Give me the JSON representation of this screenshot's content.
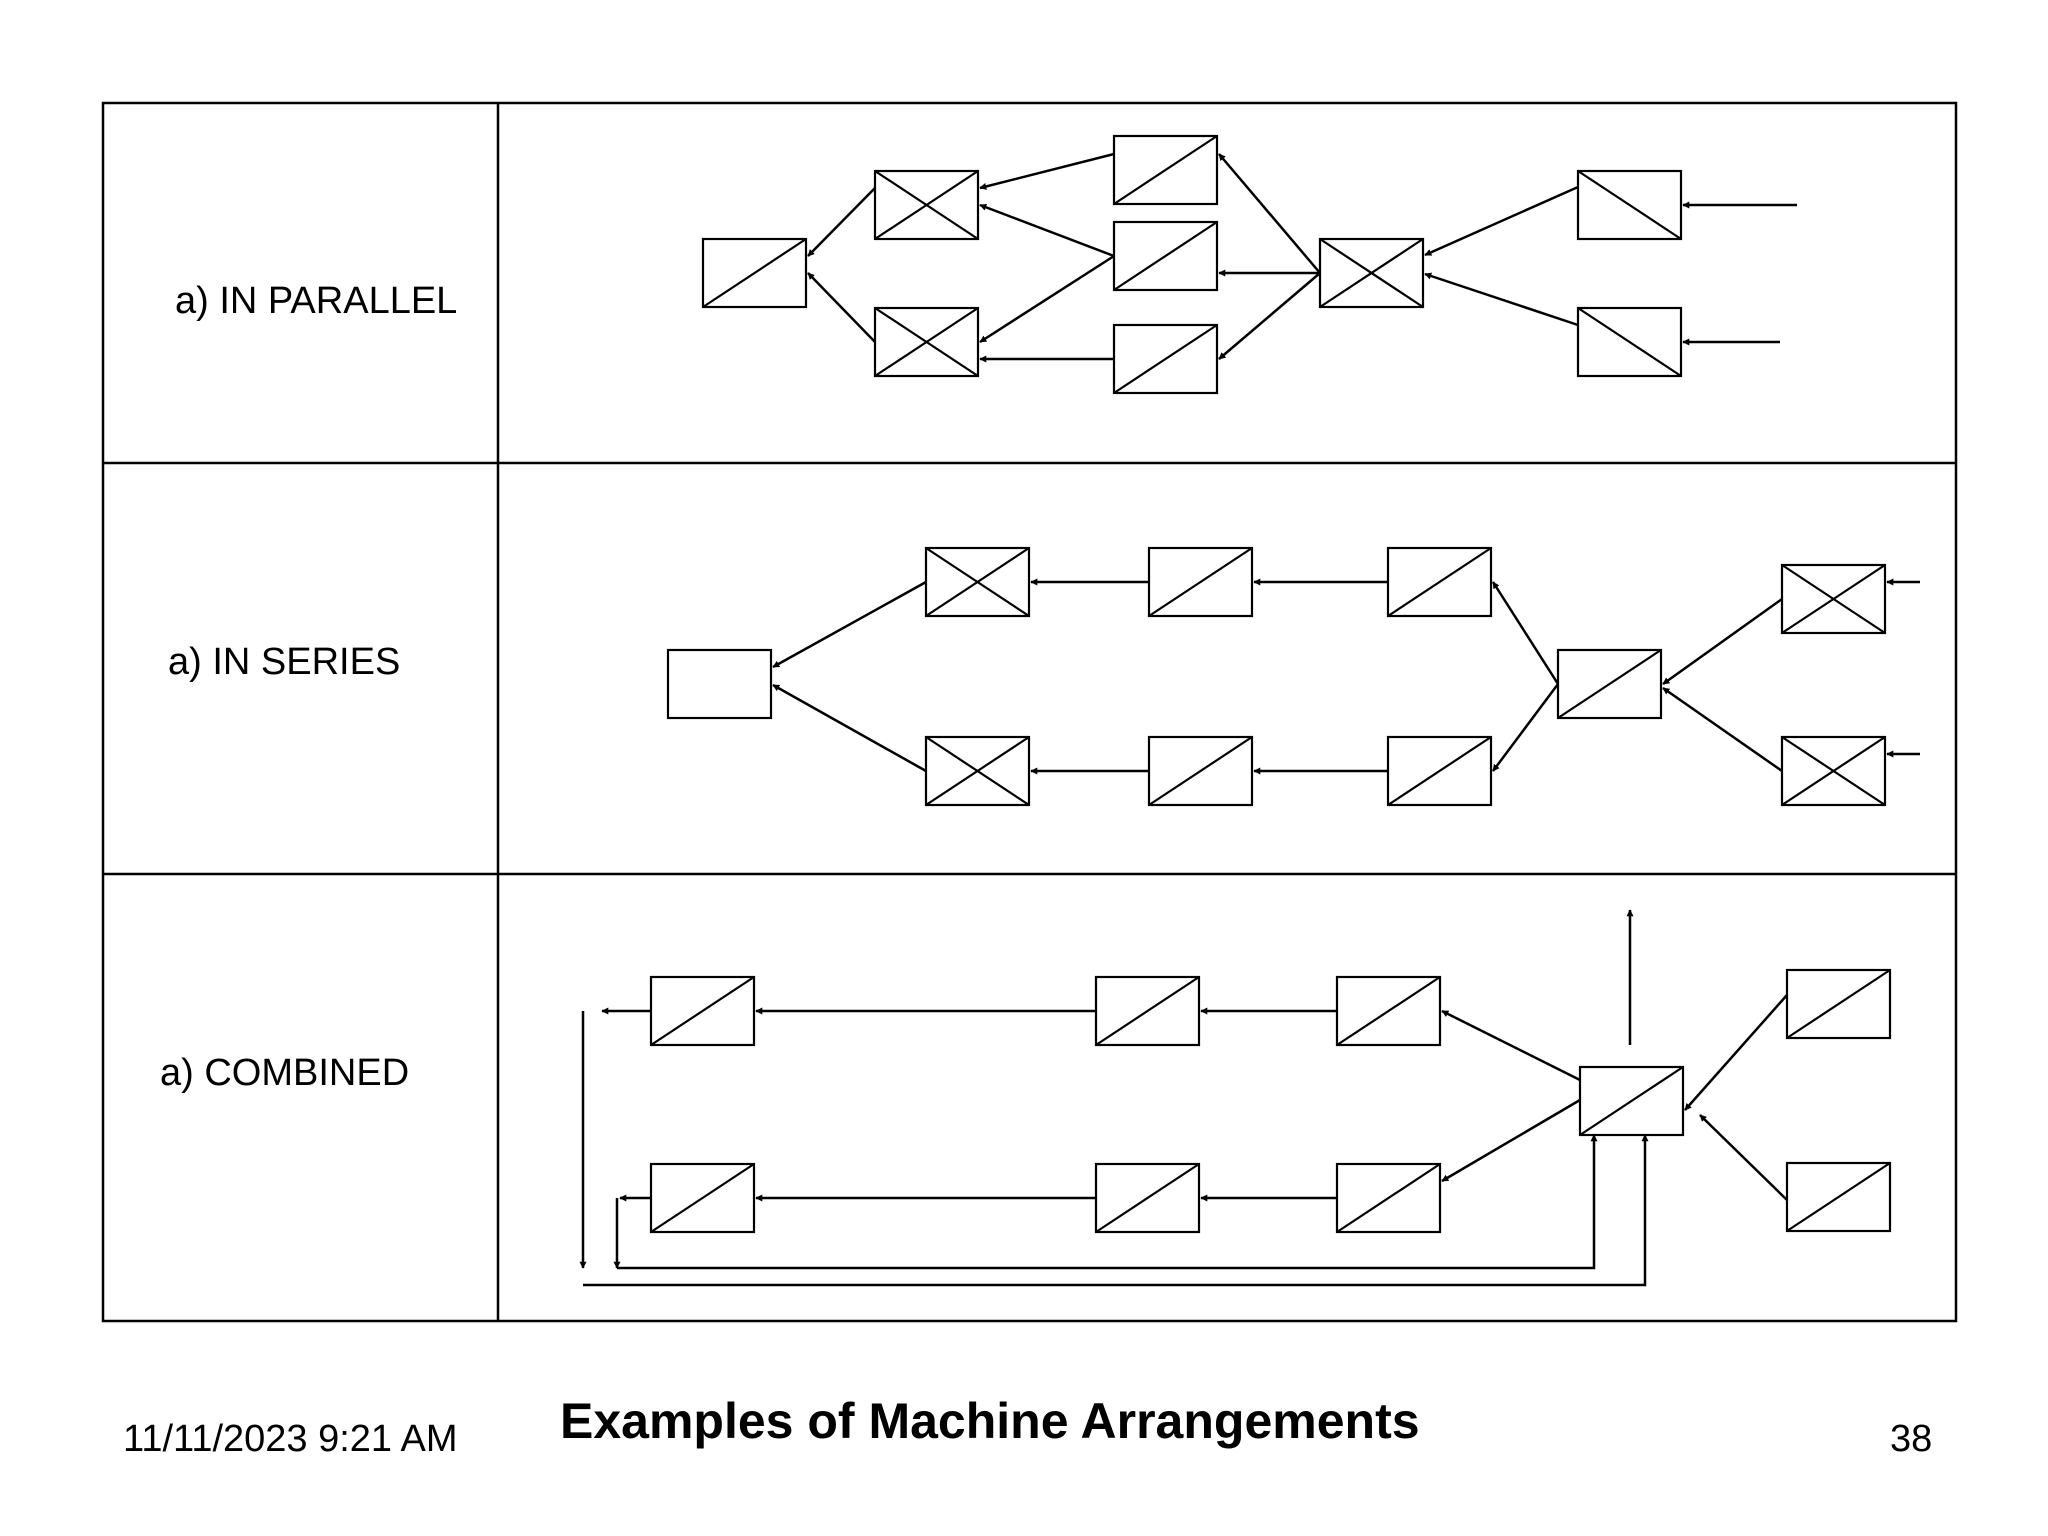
{
  "slide": {
    "rows": [
      {
        "label": "a) IN PARALLEL"
      },
      {
        "label": "a) IN SERIES"
      },
      {
        "label": "a) COMBINED"
      }
    ],
    "footer": {
      "date": "11/11/2023 9:21 AM",
      "title": "Examples of Machine Arrangements",
      "page": "38"
    }
  },
  "colors": {
    "line": "#000000",
    "background": "#ffffff"
  }
}
